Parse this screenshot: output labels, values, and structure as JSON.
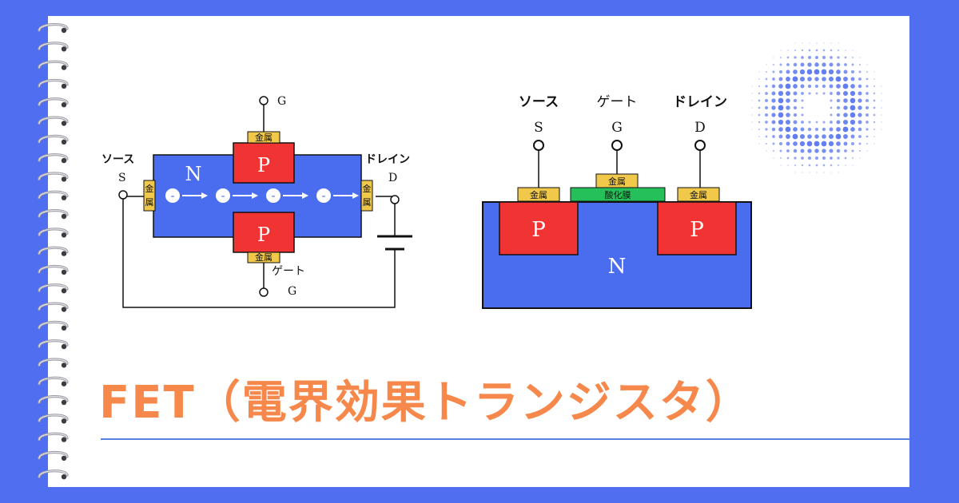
{
  "title": "FET（電界効果トランジスタ）",
  "colors": {
    "background": "#4f6ef0",
    "n_region": "#4a6df0",
    "p_region": "#f03434",
    "metal": "#f0c84a",
    "oxide": "#26c05a",
    "title": "#f5884a"
  },
  "left_diagram": {
    "n_label": "N",
    "p_top_label": "P",
    "p_bottom_label": "P",
    "metal_label": "金属",
    "metal_vertical_chars": [
      "金",
      "属"
    ],
    "gate_top_letter": "G",
    "gate_bottom_letter": "G",
    "gate_bottom_name": "ゲート",
    "source_name": "ソース",
    "source_letter": "S",
    "drain_name": "ドレイン",
    "drain_letter": "D",
    "electron_sign": "-",
    "electron_count": 4
  },
  "right_diagram": {
    "source_name": "ソース",
    "gate_name": "ゲート",
    "drain_name": "ドレイン",
    "source_letter": "S",
    "gate_letter": "G",
    "drain_letter": "D",
    "metal_label": "金属",
    "oxide_label": "酸化膜",
    "p_left_label": "P",
    "p_right_label": "P",
    "n_label": "N"
  }
}
